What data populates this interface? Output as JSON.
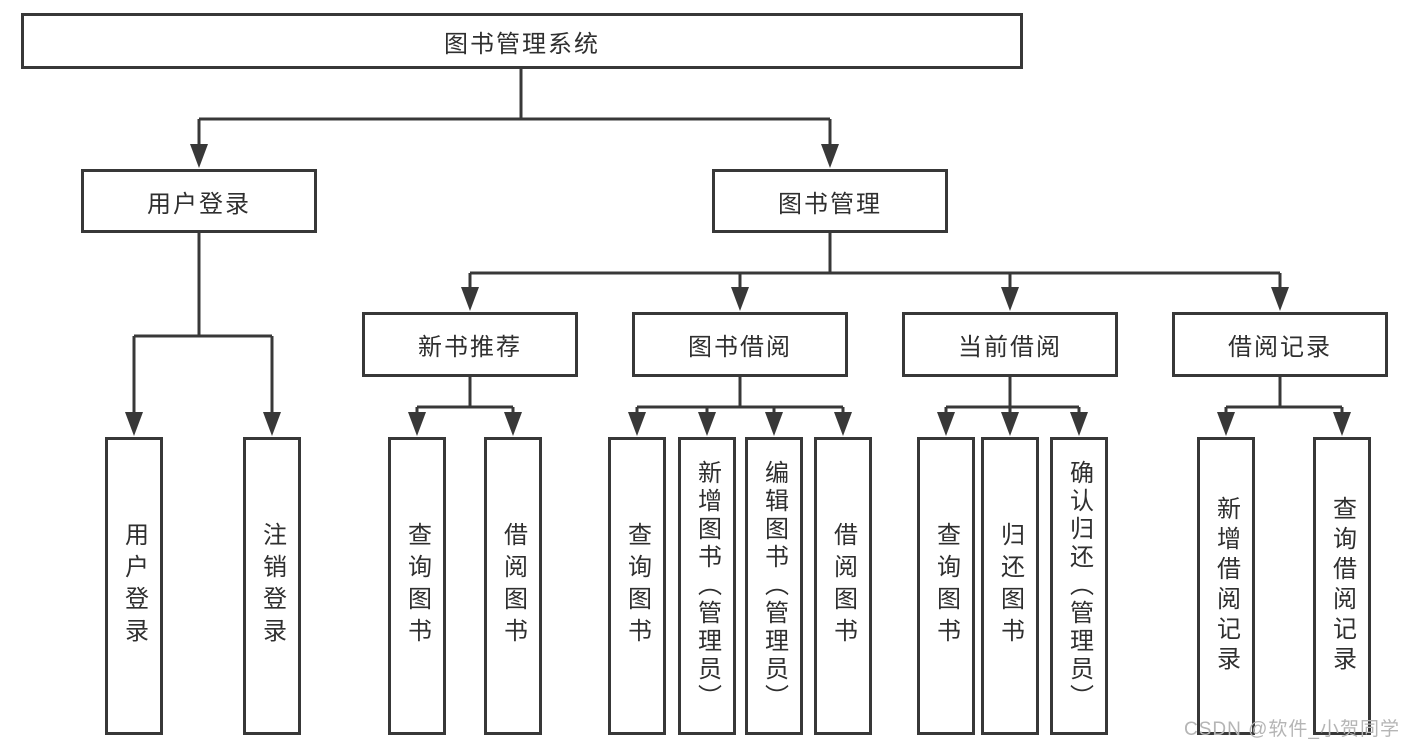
{
  "diagram": {
    "title": "图书管理系统",
    "type": "tree",
    "colors": {
      "line": "#383838",
      "text": "#2f2f2f",
      "bg": "#ffffff",
      "watermark": "#b5b5b5"
    },
    "nodes": {
      "root": {
        "label": "图书管理系统",
        "level": 1
      },
      "user_login": {
        "label": "用户登录",
        "level": 2
      },
      "book_mgmt": {
        "label": "图书管理",
        "level": 2
      },
      "new_book_rec": {
        "label": "新书推荐",
        "level": 3
      },
      "book_borrow": {
        "label": "图书借阅",
        "level": 3
      },
      "current_borrow": {
        "label": "当前借阅",
        "level": 3
      },
      "borrow_records": {
        "label": "借阅记录",
        "level": 3
      },
      "leaf_user_login": {
        "label": "用户登录",
        "level": 4
      },
      "leaf_logout": {
        "label": "注销登录",
        "level": 4
      },
      "leaf_query_book_1": {
        "label": "查询图书",
        "level": 4
      },
      "leaf_borrow_book_1": {
        "label": "借阅图书",
        "level": 4
      },
      "leaf_query_book_2": {
        "label": "查询图书",
        "level": 4
      },
      "leaf_add_book": {
        "label": "新增图书（管理员）",
        "level": 4
      },
      "leaf_edit_book": {
        "label": "编辑图书（管理员）",
        "level": 4
      },
      "leaf_borrow_book_2": {
        "label": "借阅图书",
        "level": 4
      },
      "leaf_query_book_3": {
        "label": "查询图书",
        "level": 4
      },
      "leaf_return_book": {
        "label": "归还图书",
        "level": 4
      },
      "leaf_confirm_return": {
        "label": "确认归还（管理员）",
        "level": 4
      },
      "leaf_add_record": {
        "label": "新增借阅记录",
        "level": 4
      },
      "leaf_query_record": {
        "label": "查询借阅记录",
        "level": 4
      }
    },
    "structure": {
      "root": [
        "user_login",
        "book_mgmt"
      ],
      "user_login": [
        "leaf_user_login",
        "leaf_logout"
      ],
      "book_mgmt": [
        "new_book_rec",
        "book_borrow",
        "current_borrow",
        "borrow_records"
      ],
      "new_book_rec": [
        "leaf_query_book_1",
        "leaf_borrow_book_1"
      ],
      "book_borrow": [
        "leaf_query_book_2",
        "leaf_add_book",
        "leaf_edit_book",
        "leaf_borrow_book_2"
      ],
      "current_borrow": [
        "leaf_query_book_3",
        "leaf_return_book",
        "leaf_confirm_return"
      ],
      "borrow_records": [
        "leaf_add_record",
        "leaf_query_record"
      ]
    },
    "watermark": "CSDN @软件_小贺同学"
  }
}
